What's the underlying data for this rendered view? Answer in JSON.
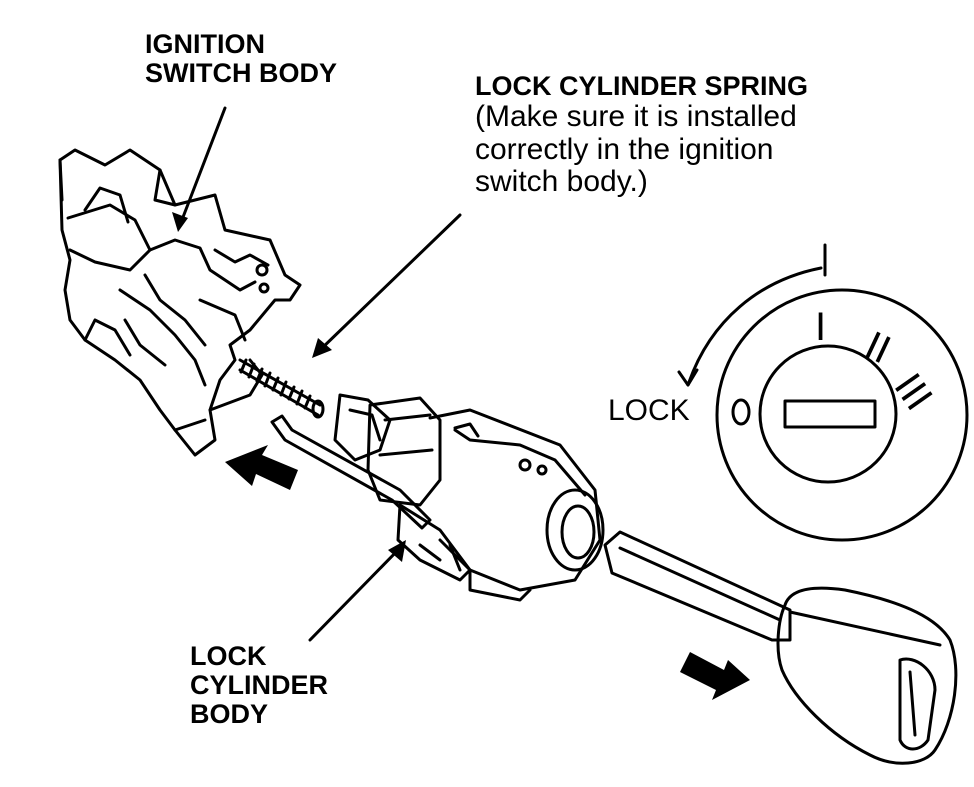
{
  "labels": {
    "ignition_switch_body": [
      "IGNITION",
      "SWITCH BODY"
    ],
    "lock_cylinder_spring": {
      "title": "LOCK CYLINDER SPRING",
      "note": [
        "(Make sure it is installed",
        "correctly in the ignition",
        "switch body.)"
      ]
    },
    "lock_cylinder_body": [
      "LOCK",
      "CYLINDER",
      "BODY"
    ],
    "lock": "LOCK"
  },
  "dial_positions": [
    "0",
    "I",
    "II",
    "III"
  ],
  "colors": {
    "ink": "#000000",
    "paper": "#ffffff"
  }
}
